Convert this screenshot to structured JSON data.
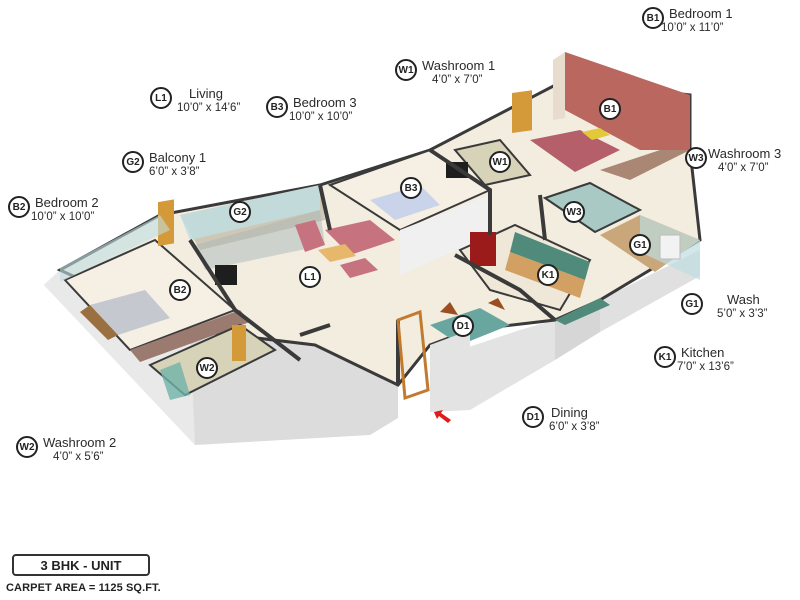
{
  "unit": {
    "type_label": "3 BHK - UNIT",
    "carpet_area": "CARPET AREA = 1125 SQ.FT."
  },
  "rooms": [
    {
      "code": "B1",
      "name": "Bedroom 1",
      "size": "10’0” x 11’0”"
    },
    {
      "code": "W1",
      "name": "Washroom 1",
      "size": "4’0” x 7’0”"
    },
    {
      "code": "L1",
      "name": "Living",
      "size": "10’0” x 14’6”"
    },
    {
      "code": "B3",
      "name": "Bedroom 3",
      "size": "10’0” x 10’0”"
    },
    {
      "code": "G2",
      "name": "Balcony 1",
      "size": "6’0” x 3’8”"
    },
    {
      "code": "W3",
      "name": "Washroom 3",
      "size": "4’0” x 7’0”"
    },
    {
      "code": "B2",
      "name": "Bedroom 2",
      "size": "10’0” x 10’0”"
    },
    {
      "code": "G1",
      "name": "Wash",
      "size": "5’0” x 3’3”"
    },
    {
      "code": "K1",
      "name": "Kitchen",
      "size": "7’0” x 13’6”"
    },
    {
      "code": "D1",
      "name": "Dining",
      "size": "6’0” x 3’8”"
    },
    {
      "code": "W2",
      "name": "Washroom 2",
      "size": "4’0” x 5’6”"
    }
  ],
  "markers": {
    "B1": "B1",
    "W1": "W1",
    "B3": "B3",
    "G2": "G2",
    "L1": "L1",
    "B2": "B2",
    "W2": "W2",
    "W3": "W3",
    "G1": "G1",
    "K1": "K1",
    "D1": "D1"
  },
  "entry": {
    "icon": "entry-arrow-icon",
    "color": "#e01b1b"
  },
  "colors": {
    "accent_wall": "#b9675f",
    "floor": "#f3ede0",
    "wall_top": "#3a3a3a",
    "wall_side": "#e6e6e6",
    "sofa": "#c7727f",
    "wood": "#c98a3a",
    "glass": "#bfdde0"
  }
}
